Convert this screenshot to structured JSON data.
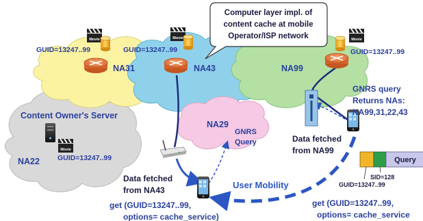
{
  "callout": {
    "line1": "Computer layer impl. of",
    "line2": "content cache at mobile",
    "line3": "Operator/ISP network"
  },
  "clouds": {
    "na31": "NA31",
    "na43": "NA43",
    "na99": "NA99",
    "na29": "NA29",
    "na22": "NA22"
  },
  "guid_labels": {
    "na31": "GUID=13247..99",
    "na43": "GUID=13247..99",
    "na99": "GUID=13247..99",
    "server": "GUID=13247..99",
    "packet": "GUID=13247..99"
  },
  "movie_label": "Movie",
  "server_title": "Content Owner's Server",
  "gnrs_query": {
    "line1": "GNRS",
    "line2": "Query"
  },
  "gnrs_returns": {
    "line1": "GNRS query",
    "line2": "Returns  NAs:",
    "line3": "NA99,31,22,43"
  },
  "fetched_na99": {
    "line1": "Data fetched",
    "line2": "from NA99"
  },
  "fetched_na43": {
    "line1": "Data fetched",
    "line2": "from NA43"
  },
  "user_mobility": "User Mobility",
  "packet": {
    "query_label": "Query",
    "sid": "SID=128"
  },
  "get_left": {
    "line1": "get (GUID=13247..99,",
    "line2": "options= cache_service)"
  },
  "get_right": {
    "line1": "get (GUID=13247..99,",
    "line2": "options= cache_service"
  },
  "colors": {
    "cloud_yellow": "#fbf3a2",
    "cloud_blue": "#8fd1ea",
    "cloud_green": "#b4e0a4",
    "cloud_pink": "#f6c9e4",
    "cloud_gray": "#d9d9d9",
    "label_blue": "#2a3f9e",
    "arrow_blue": "#2b56c4",
    "packet_orange": "#f2b52a",
    "packet_green": "#2f9e4b",
    "packet_purple": "#c9c8ea"
  }
}
